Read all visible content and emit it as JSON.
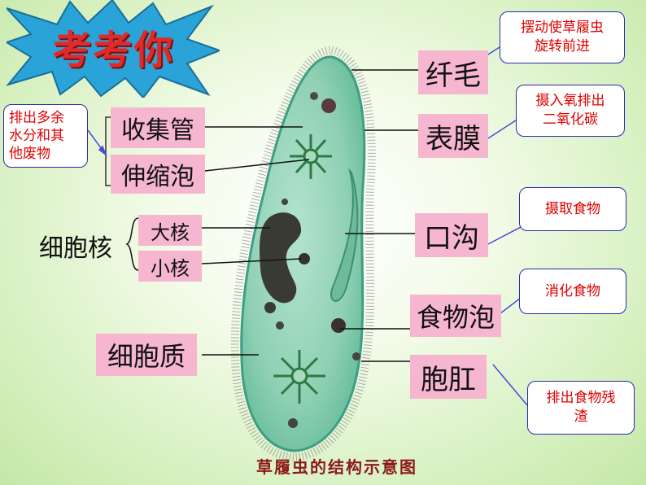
{
  "title": "考考你",
  "caption": "草履虫的结构示意图",
  "labels": {
    "cilia": "纤毛",
    "pellicle": "表膜",
    "collecting_canal": "收集管",
    "contractile_vacuole": "伸缩泡",
    "nucleus_group": "细胞核",
    "macronucleus": "大核",
    "micronucleus": "小核",
    "oral_groove": "口沟",
    "food_vacuole": "食物泡",
    "cytoplasm": "细胞质",
    "anal_pore": "胞肛"
  },
  "callouts": {
    "cilia": "摆动使草履虫\n旋转前进",
    "pellicle": "摄入氧排出\n二氧化碳",
    "excretion": "排出多余\n水分和其\n他废物",
    "oral_groove": "摄取食物",
    "food_vacuole": "消化食物",
    "anal_pore": "排出食物残\n渣"
  },
  "colors": {
    "label_bg": "#f6b6cf",
    "callout_text": "#e00000",
    "callout_border": "#2a2ab0",
    "title": "#e02a2a",
    "star": "#2aa3d8",
    "cell_body": "#8fd0b4",
    "cell_edge": "#3f9d83"
  }
}
